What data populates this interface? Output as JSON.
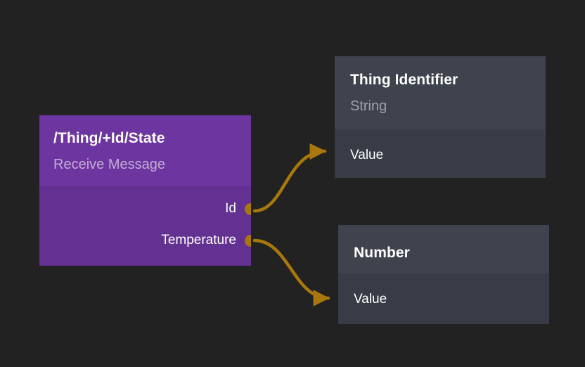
{
  "canvas": {
    "background_color": "#222222",
    "wire_color": "#a8780c",
    "port_color": "#a8780c"
  },
  "nodes": {
    "source": {
      "title": "/Thing/+Id/State",
      "subtitle": "Receive Message",
      "accent_color": "#6c35a0",
      "body_color": "#633191",
      "ports": [
        {
          "label": "Id"
        },
        {
          "label": "Temperature"
        }
      ]
    },
    "thing_identifier": {
      "title": "Thing Identifier",
      "subtitle": "String",
      "header_color": "#3f434d",
      "body_color": "#383c46",
      "fields": [
        {
          "label": "Value"
        }
      ]
    },
    "number": {
      "title": "Number",
      "subtitle": "",
      "header_color": "#3f434d",
      "body_color": "#383c46",
      "fields": [
        {
          "label": "Value"
        }
      ]
    }
  },
  "connections": [
    {
      "from": "Id",
      "to": "Thing Identifier / Value"
    },
    {
      "from": "Temperature",
      "to": "Number / Value"
    }
  ]
}
